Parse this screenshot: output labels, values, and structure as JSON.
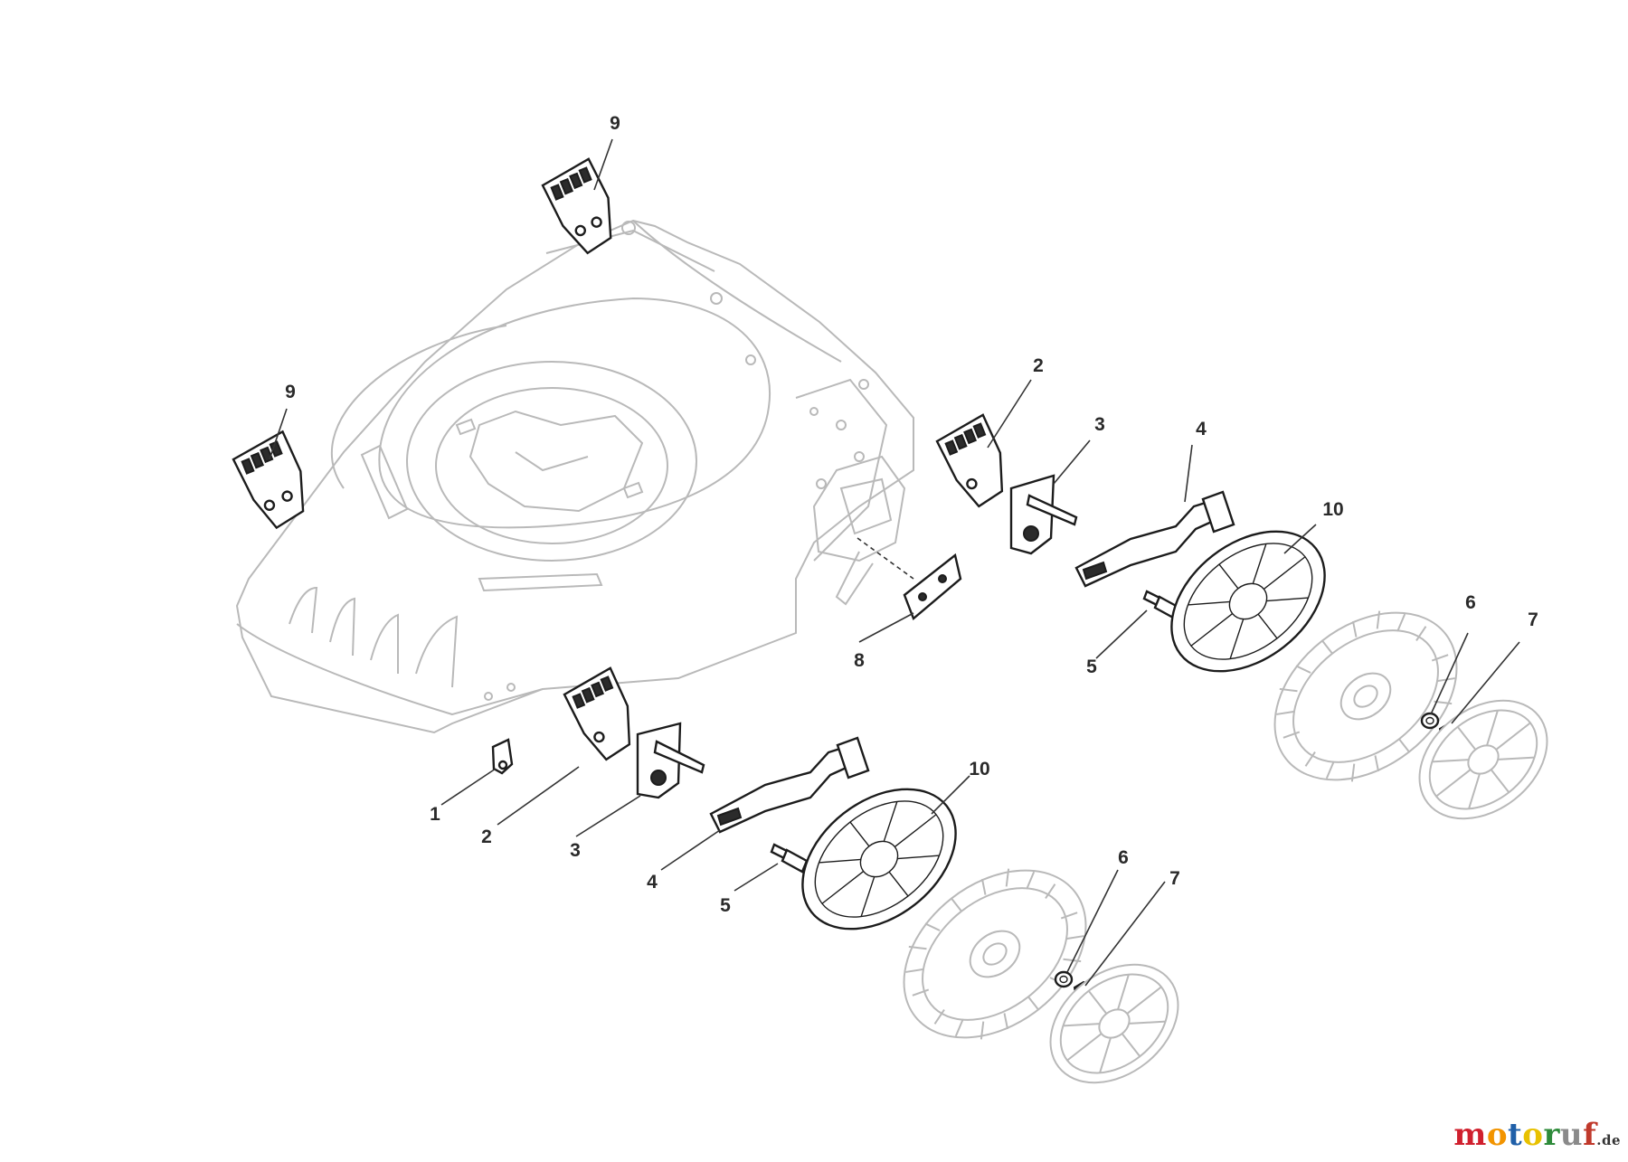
{
  "diagram": {
    "callouts": [
      "1",
      "2",
      "3",
      "4",
      "5",
      "6",
      "7",
      "8",
      "9",
      "10"
    ]
  },
  "watermark": {
    "letters": [
      "m",
      "o",
      "t",
      "o",
      "r",
      "u",
      "f"
    ],
    "letter_colors": [
      "#d0202e",
      "#f29400",
      "#1f5fa8",
      "#e8c100",
      "#2e8b3a",
      "#8a8a8a",
      "#c0392b"
    ],
    "suffix": ".de"
  }
}
